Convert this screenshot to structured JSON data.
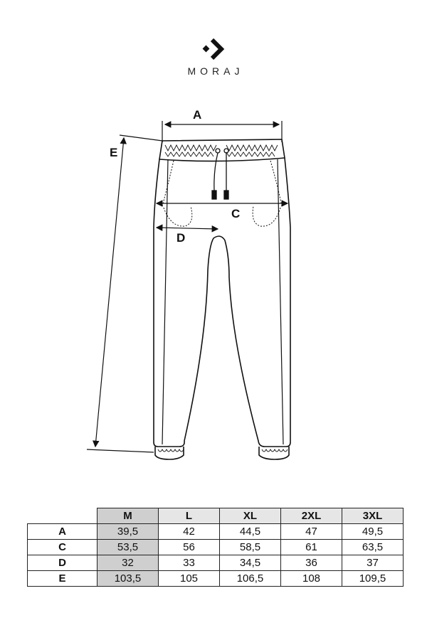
{
  "brand": {
    "name": "MORAJ",
    "logo_icon": "chevron-diamond-logo"
  },
  "diagram": {
    "dimension_labels": {
      "A": "A",
      "C": "C",
      "D": "D",
      "E": "E"
    }
  },
  "size_table": {
    "sizes": [
      "M",
      "L",
      "XL",
      "2XL",
      "3XL"
    ],
    "highlighted_size": "M",
    "rows": [
      {
        "label": "A",
        "values": [
          "39,5",
          "42",
          "44,5",
          "47",
          "49,5"
        ]
      },
      {
        "label": "C",
        "values": [
          "53,5",
          "56",
          "58,5",
          "61",
          "63,5"
        ]
      },
      {
        "label": "D",
        "values": [
          "32",
          "33",
          "34,5",
          "36",
          "37"
        ]
      },
      {
        "label": "E",
        "values": [
          "103,5",
          "105",
          "106,5",
          "108",
          "109,5"
        ]
      }
    ]
  },
  "colors": {
    "line": "#111111",
    "header_bg": "#e6e6e6",
    "highlight_bg": "#cfcfcf"
  }
}
